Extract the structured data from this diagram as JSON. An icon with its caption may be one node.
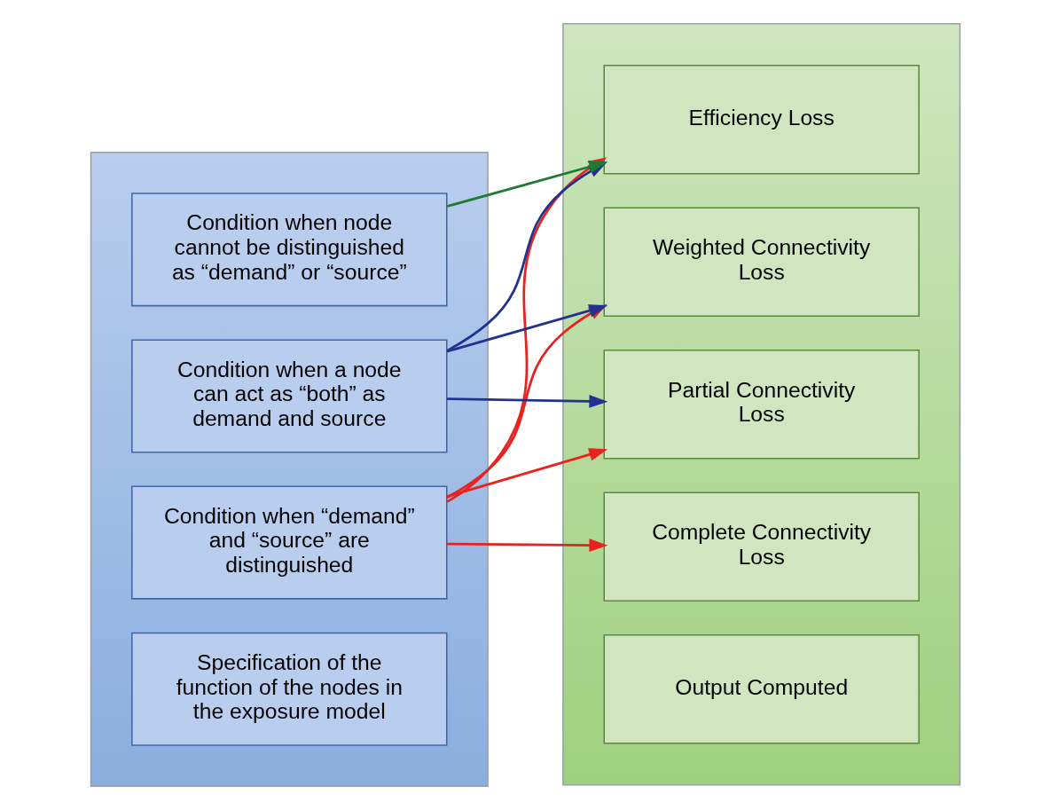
{
  "diagram": {
    "nodes": [
      {
        "text": [],
        "shape": "box"
      },
      {
        "text": [
          "Specification of the function of the nodes in the exposure model"
        ],
        "in": 0
      },
      {
        "text": [
          "Condition when “demand” and “source” are distinguished"
        ],
        "in": 0
      },
      {
        "text": [
          "Condition when a node can act as “both” as demand and source"
        ],
        "in": 0
      },
      {
        "text": [
          "Condition when node cannot be distinguished as “demand” or “source”"
        ],
        "in": 0
      },
      {
        "text": [],
        "shape": "box"
      },
      {
        "text": [
          "Output Computed"
        ],
        "in": 5
      },
      {
        "text": [
          "Complete Connectivity Loss"
        ],
        "in": 5
      },
      {
        "text": [
          "Partial Connectivity Loss"
        ],
        "in": 5
      },
      {
        "text": [
          "Weighted Connectivity Loss"
        ],
        "in": 5
      },
      {
        "text": [
          "Efficiency Loss"
        ],
        "in": 5
      }
    ],
    "edges": [
      {
        "from": 2,
        "to": 7,
        "arrow": "to",
        "color": "#e8231f"
      },
      {
        "from": 2,
        "to": 8,
        "arrow": "to",
        "color": "#e8231f"
      },
      {
        "from": 2,
        "to": 9,
        "arrow": "to",
        "color": "#e8231f"
      },
      {
        "from": 2,
        "to": 10,
        "arrow": "to",
        "color": "#e8231f"
      },
      {
        "from": 3,
        "to": 8,
        "arrow": "to",
        "color": "#23318f"
      },
      {
        "from": 3,
        "to": 9,
        "arrow": "to",
        "color": "#23318f"
      },
      {
        "from": 3,
        "to": 10,
        "arrow": "to",
        "color": "#23318f"
      },
      {
        "from": 4,
        "to": 10,
        "arrow": "to",
        "color": "#1e7a35"
      }
    ]
  }
}
